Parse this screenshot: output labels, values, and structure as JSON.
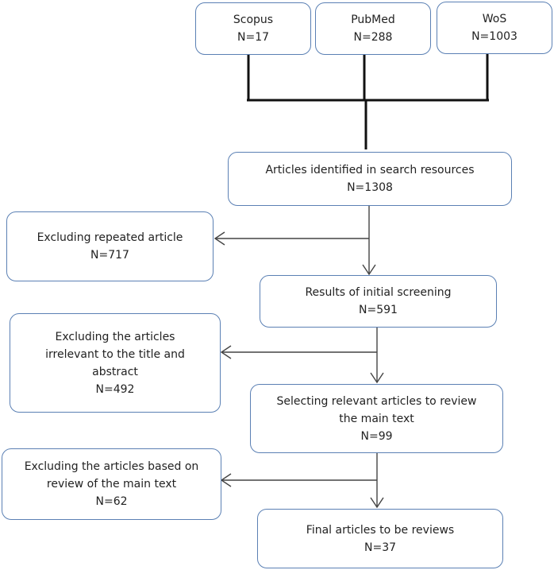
{
  "sources": [
    {
      "name": "Scopus",
      "count": "N=17"
    },
    {
      "name": "PubMed",
      "count": "N=288"
    },
    {
      "name": "WoS",
      "count": "N=1003"
    }
  ],
  "identified": {
    "line1": "Articles identified in search resources",
    "count": "N=1308"
  },
  "excl_repeated": {
    "line1": "Excluding repeated article",
    "count": "N=717"
  },
  "initial_screening": {
    "line1": "Results of initial screening",
    "count": "N=591"
  },
  "excl_irrelevant": {
    "line1": "Excluding the articles",
    "line2": "irrelevant to the title and",
    "line3": "abstract",
    "count": "N=492"
  },
  "selecting": {
    "line1": "Selecting relevant articles to review",
    "line2": "the main text",
    "count": "N=99"
  },
  "excl_main_text": {
    "line1": "Excluding the articles based on",
    "line2": "review of the main text",
    "count": "N=62"
  },
  "final": {
    "line1": "Final articles to be reviews",
    "count": "N=37"
  }
}
